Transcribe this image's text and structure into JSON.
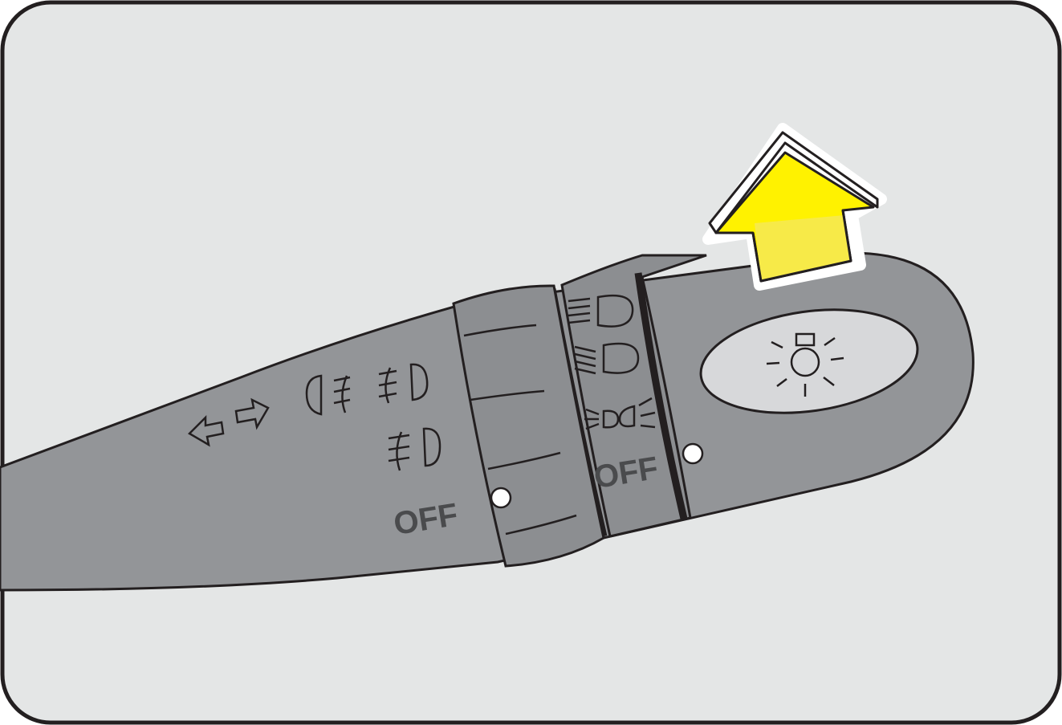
{
  "colors": {
    "panel_bg": "#e4e6e6",
    "panel_border": "#231f20",
    "stalk_gray": "#939598",
    "stalk_outline": "#231f20",
    "ring_gray": "#8c8e91",
    "ring_band": "#231f20",
    "tip_oval": "#d7d8da",
    "label_gray": "#4a4b4d",
    "arrow_yellow": "#fff200",
    "arrow_yellow_light": "#f7ea48",
    "index_dot": "#ffffff"
  },
  "fog_ring": {
    "off_label": "OFF",
    "icons": [
      "turn-signal-arrows-icon",
      "front-and-rear-fog-lamp-icon",
      "rear-fog-lamp-icon"
    ]
  },
  "headlamp_ring": {
    "off_label": "OFF",
    "icons": [
      "high-beam-icon",
      "low-beam-icon",
      "parking-lamp-icon"
    ]
  },
  "tip": {
    "icon": "interior-light-icon"
  },
  "indicator": {
    "direction": "up",
    "icon": "push-up-arrow-icon"
  }
}
